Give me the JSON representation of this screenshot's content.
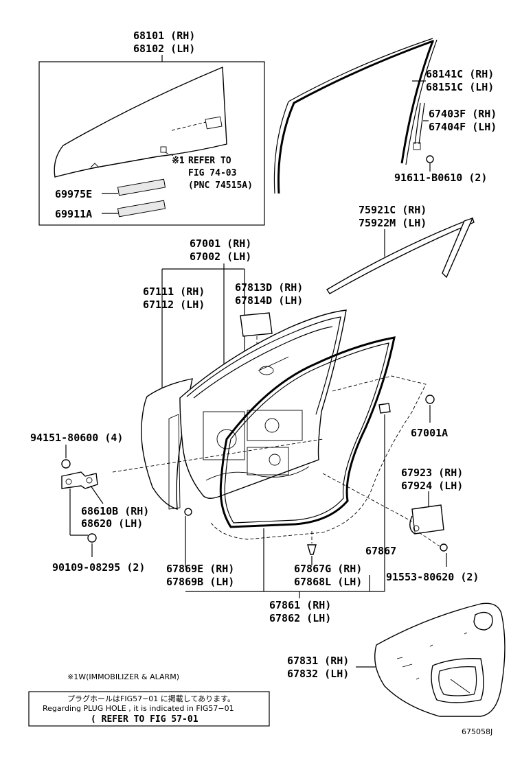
{
  "labels": {
    "glass": [
      "68101 (RH)",
      "68102 (LH)"
    ],
    "frame_weatherstrip": [
      "68141C (RH)",
      "68151C (LH)"
    ],
    "channel": [
      "67403F (RH)",
      "67404F (LH)"
    ],
    "screw_91611": "91611-B0610 (2)",
    "refer_to": [
      "REFER TO",
      "FIG 74-03",
      "(PNC 74515A)"
    ],
    "ref_mark": "※1",
    "p69975E": "69975E",
    "p69911A": "69911A",
    "belt_moulding": [
      "75921C (RH)",
      "75922M (LH)"
    ],
    "door_panel": [
      "67001 (RH)",
      "67002 (LH)"
    ],
    "p67111": [
      "67111 (RH)",
      "67112 (LH)"
    ],
    "p67813": [
      "67813D (RH)",
      "67814D (LH)"
    ],
    "p94151": "94151-80600 (4)",
    "p67001A": "67001A",
    "p67923": [
      "67923 (RH)",
      "67924 (LH)"
    ],
    "hinge": [
      "68610B (RH)",
      "68620 (LH)"
    ],
    "bolt_90109": "90109-08295 (2)",
    "p67867": "67867",
    "p91553": "91553-80620 (2)",
    "p67869": [
      "67869E (RH)",
      "67869B (LH)"
    ],
    "p67867G": [
      "67867G (RH)",
      "67868L (LH)"
    ],
    "weatherstrip": [
      "67861 (RH)",
      "67862 (LH)"
    ],
    "trim": [
      "67831 (RH)",
      "67832 (LH)"
    ]
  },
  "footnote": "※1W(IMMOBILIZER & ALARM)",
  "notebox": {
    "line_jp": "プラグホールはFIG57−01 に掲載してあります。",
    "line_en": "Regarding PLUG HOLE , it is indicated in FIG57−01",
    "line_ref": "( REFER TO FIG 57-01"
  },
  "figure_id": "675058J"
}
